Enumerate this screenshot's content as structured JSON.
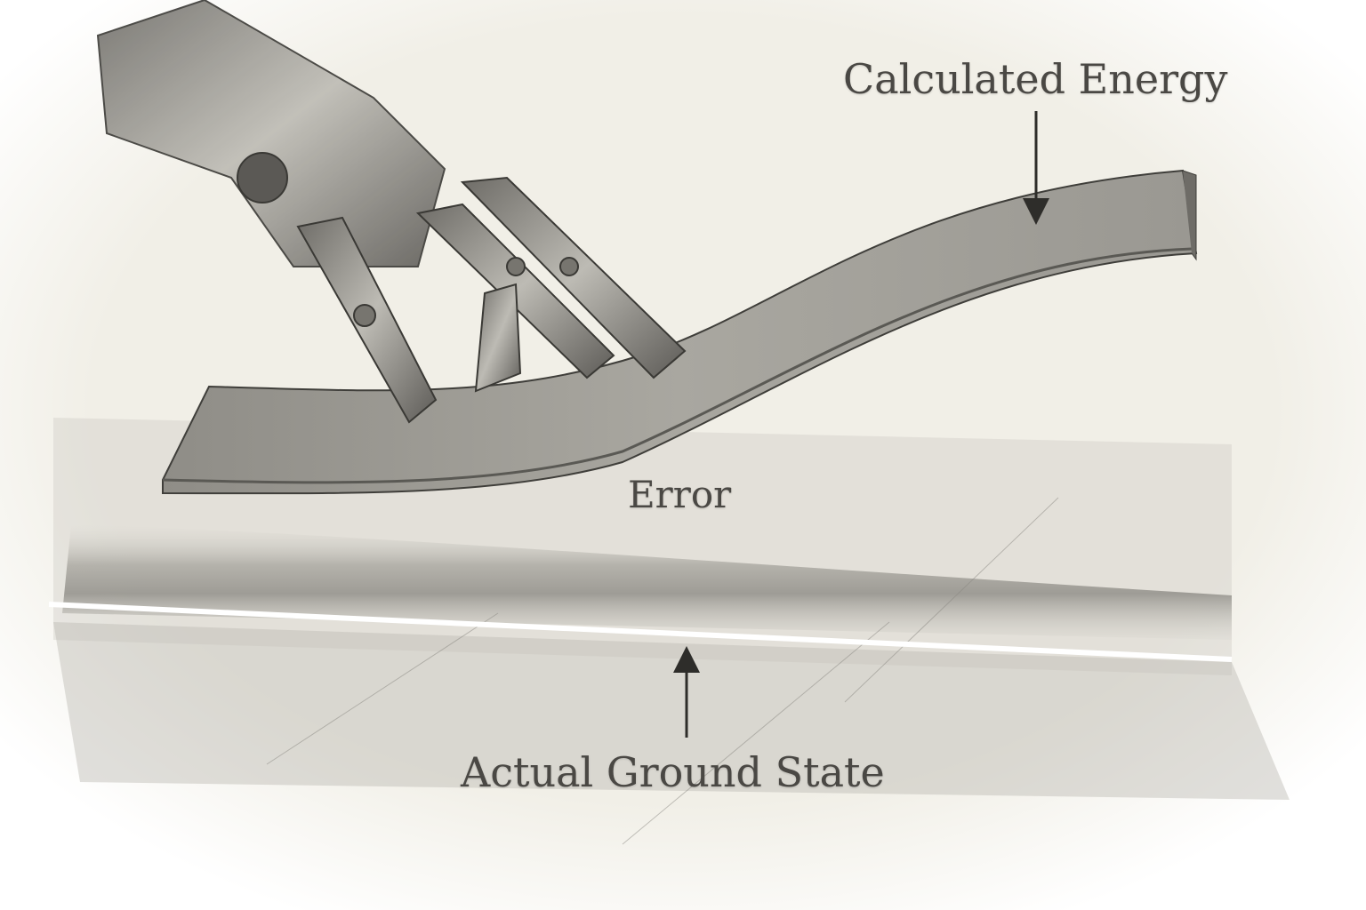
{
  "labels": {
    "calculated_energy": "Calculated Energy",
    "error": "Error",
    "actual_ground_state": "Actual Ground State"
  },
  "colors": {
    "paper": "#f3f1ea",
    "pencil": "#4a4844",
    "ground_line": "#ffffff"
  }
}
